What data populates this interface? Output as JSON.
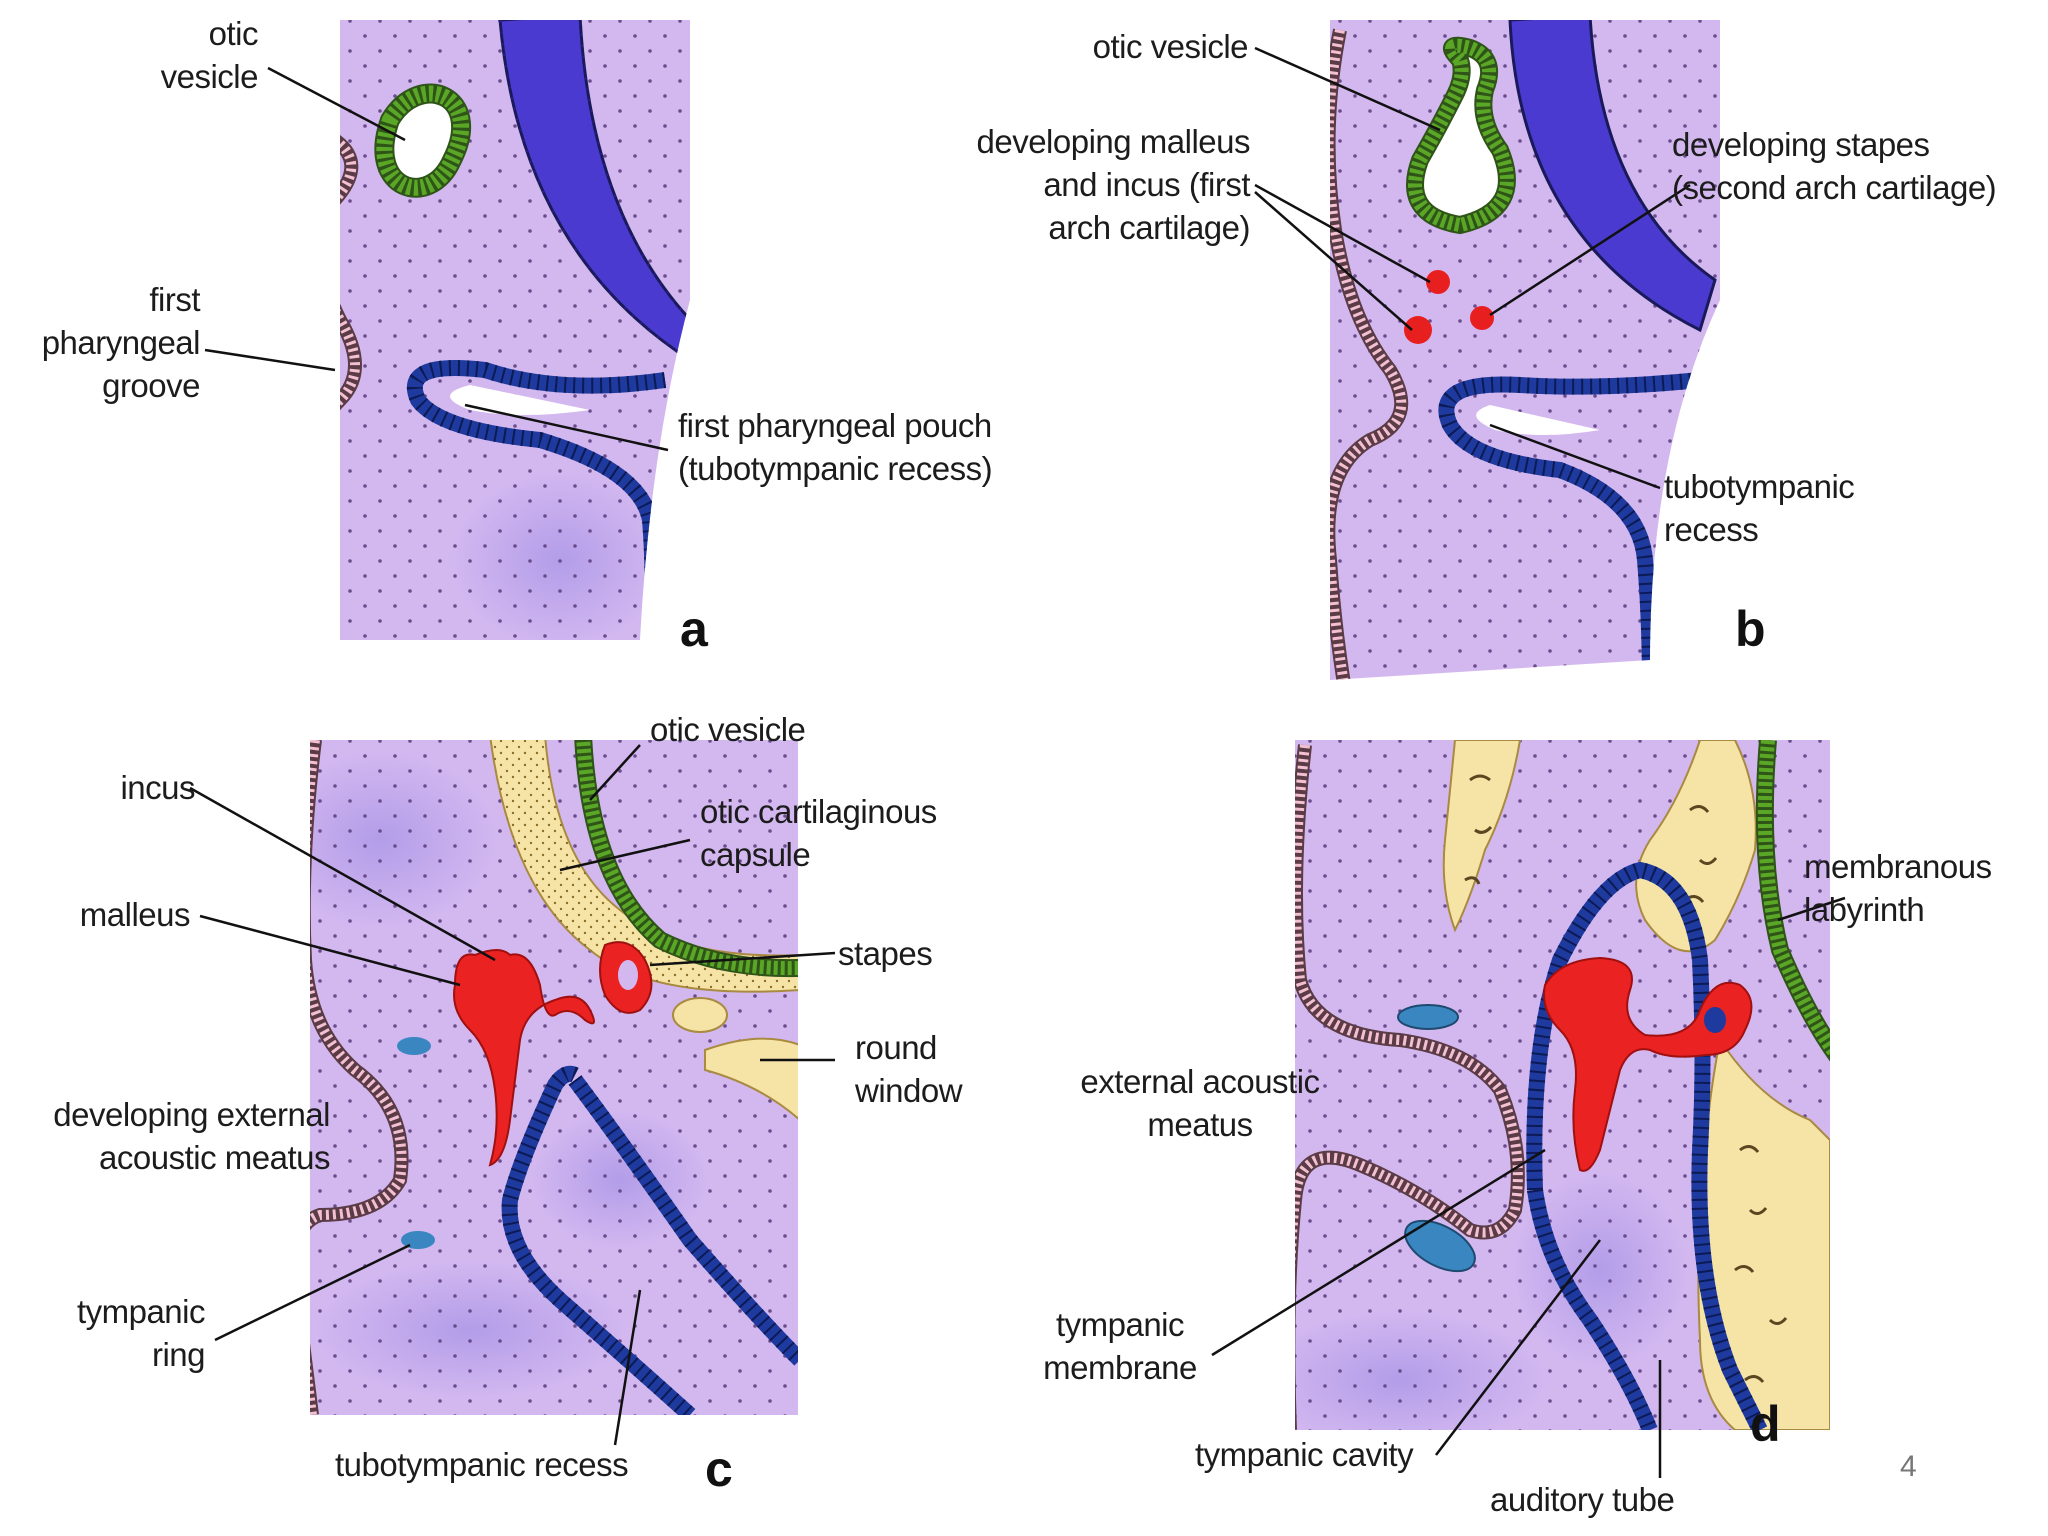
{
  "page_number": "4",
  "colors": {
    "mesenchyme": "#d3b8f0",
    "ectoderm": "#e9a8bf",
    "endoderm": "#1f3a9e",
    "otic_vesicle": "#5aa626",
    "neural_tube": "#4a3ad0",
    "cartilage": "#f6e3a6",
    "ossicles": "#ea2222",
    "tympanic_ring": "#3a86c0"
  },
  "panels": {
    "a": {
      "letter": "a",
      "labels": {
        "otic_vesicle": "otic\nvesicle",
        "first_pharyngeal_groove": "first\npharyngeal\ngroove",
        "first_pharyngeal_pouch": "first pharyngeal pouch\n(tubotympanic recess)"
      }
    },
    "b": {
      "letter": "b",
      "labels": {
        "otic_vesicle": "otic vesicle",
        "developing_malleus_incus": "developing malleus\nand incus (first\narch cartilage)",
        "developing_stapes": "developing stapes\n(second arch cartilage)",
        "tubotympanic_recess": "tubotympanic\nrecess"
      }
    },
    "c": {
      "letter": "c",
      "labels": {
        "incus": "incus",
        "malleus": "malleus",
        "otic_vesicle": "otic vesicle",
        "otic_cartilaginous_capsule": "otic cartilaginous\ncapsule",
        "stapes": "stapes",
        "round_window": "round\nwindow",
        "developing_external_acoustic_meatus": "developing external\nacoustic meatus",
        "tympanic_ring": "tympanic\nring",
        "tubotympanic_recess": "tubotympanic recess"
      }
    },
    "d": {
      "letter": "d",
      "labels": {
        "membranous_labyrinth": "membranous\nlabyrinth",
        "external_acoustic_meatus": "external acoustic\nmeatus",
        "tympanic_membrane": "tympanic\nmembrane",
        "tympanic_cavity": "tympanic cavity",
        "auditory_tube": "auditory tube"
      }
    }
  }
}
